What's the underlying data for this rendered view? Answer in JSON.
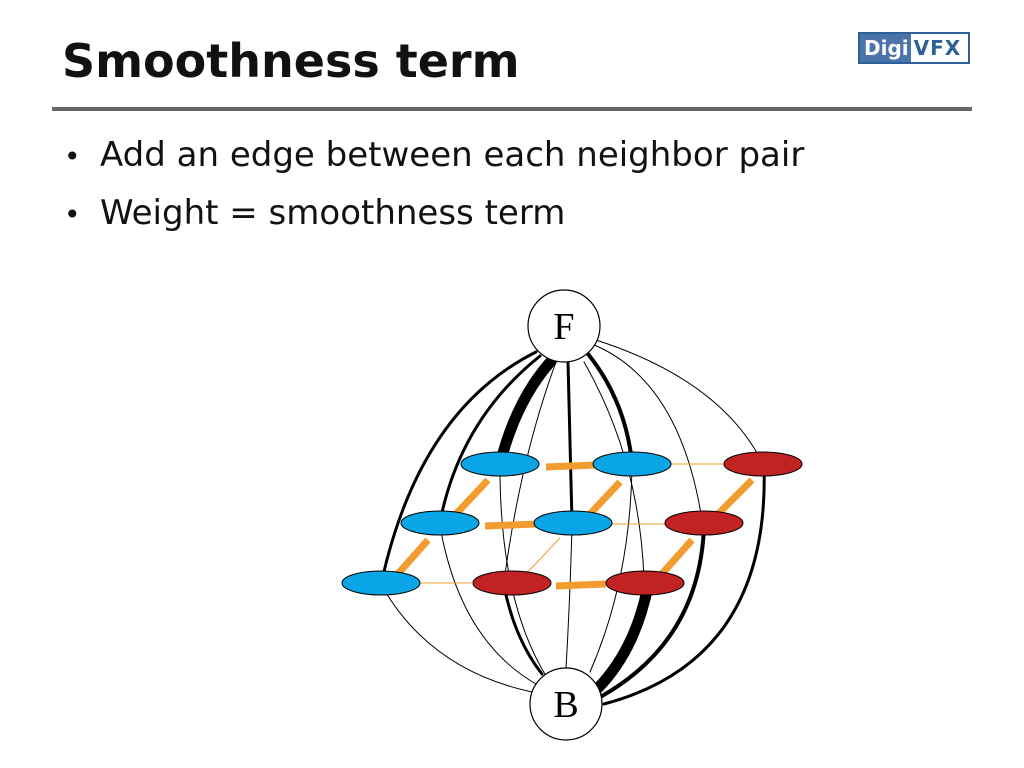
{
  "slide": {
    "title": "Smoothness term",
    "logo": {
      "part_a": "Digi",
      "part_b": "VFX"
    },
    "bullets": [
      "Add an edge between each neighbor pair",
      "Weight = smoothness term"
    ]
  },
  "diagram": {
    "source_label": "F",
    "sink_label": "B",
    "colors": {
      "foreground_pixel": "#0aa5e6",
      "background_pixel": "#c02322",
      "neighbor_edge": "#f29c2f",
      "terminal_edge": "#000000"
    },
    "pixels": [
      {
        "id": "r0c0",
        "class": "foreground"
      },
      {
        "id": "r0c1",
        "class": "foreground"
      },
      {
        "id": "r0c2",
        "class": "background"
      },
      {
        "id": "r1c0",
        "class": "foreground"
      },
      {
        "id": "r1c1",
        "class": "foreground"
      },
      {
        "id": "r1c2",
        "class": "background"
      },
      {
        "id": "r2c0",
        "class": "foreground"
      },
      {
        "id": "r2c1",
        "class": "background"
      },
      {
        "id": "r2c2",
        "class": "background"
      }
    ]
  }
}
